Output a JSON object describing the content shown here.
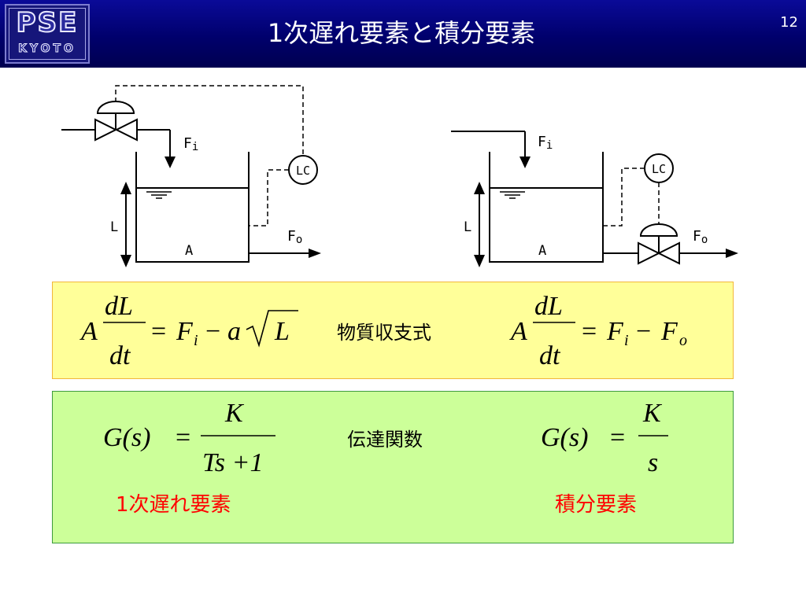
{
  "header": {
    "logo_main": "PSE",
    "logo_sub": "KYOTO",
    "title": "1次遅れ要素と積分要素",
    "page_number": "12"
  },
  "diagram": {
    "left": {
      "inflow": "F",
      "inflow_sub": "i",
      "controller": "LC",
      "level": "L",
      "area": "A",
      "outflow": "F",
      "outflow_sub": "o"
    },
    "right": {
      "inflow": "F",
      "inflow_sub": "i",
      "controller": "LC",
      "level": "L",
      "area": "A",
      "outflow": "F",
      "outflow_sub": "o"
    }
  },
  "balance": {
    "label": "物質収支式",
    "eq1": {
      "lhs": "A",
      "num": "dL",
      "den": "dt",
      "rhs_f": "F",
      "rhs_f_sub": "i",
      "minus": "−",
      "a": "a",
      "sqrt_arg": "L",
      "equals": "="
    },
    "eq2": {
      "lhs": "A",
      "num": "dL",
      "den": "dt",
      "rhs_f": "F",
      "rhs_f_sub": "i",
      "minus": "−",
      "rhs_g": "F",
      "rhs_g_sub": "o",
      "equals": "="
    }
  },
  "transfer": {
    "label": "伝達関数",
    "eq1": {
      "lhs": "G(s)",
      "equals": "=",
      "num": "K",
      "den": "Ts +1",
      "caption": "1次遅れ要素"
    },
    "eq2": {
      "lhs": "G(s)",
      "equals": "=",
      "num": "K",
      "den": "s",
      "caption": "積分要素"
    }
  },
  "colors": {
    "header_bg": "#00006c",
    "balance_bg": "#ffff99",
    "transfer_bg": "#ccff99",
    "caption_red": "#ff0000"
  }
}
